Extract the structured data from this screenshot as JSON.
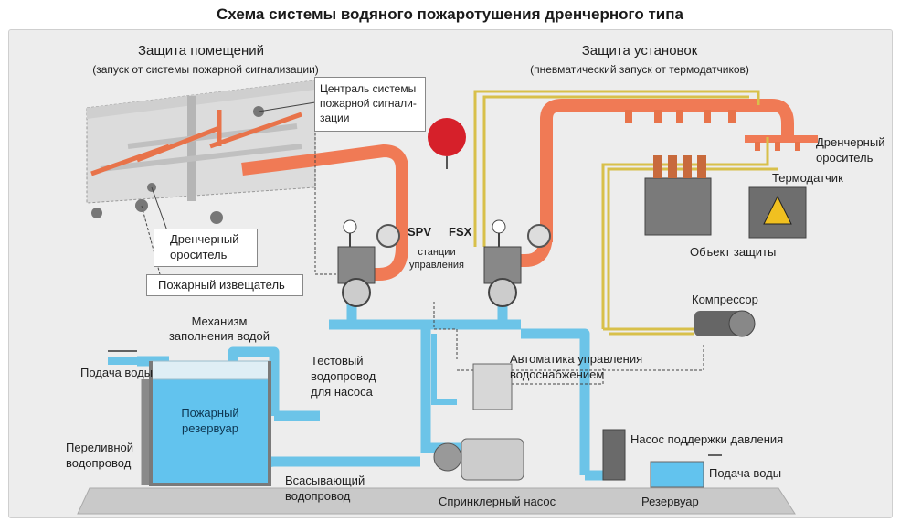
{
  "title": "Схема системы водяного пожаротушения дренчерного типа",
  "left_section": {
    "heading": "Защита помещений",
    "subheading": "(запуск от системы пожарной сигнализации)"
  },
  "right_section": {
    "heading": "Защита установок",
    "subheading": "(пневматический запуск от термодатчиков)"
  },
  "labels": {
    "central_l1": "Централь системы",
    "central_l2": "пожарной сигнали-",
    "central_l3": "зации",
    "drencher_left_l1": "Дренчерный",
    "drencher_left_l2": "ороситель",
    "fire_detector": "Пожарный извещатель",
    "drencher_right_l1": "Дренчерный",
    "drencher_right_l2": "ороситель",
    "thermal_sensor": "Термодатчик",
    "protected_object": "Объект защиты",
    "spv": "SPV",
    "fsx": "FSX",
    "stations_l1": "станции",
    "stations_l2": "управления",
    "compressor": "Компрессор",
    "fill_mech_l1": "Механизм",
    "fill_mech_l2": "заполнения водой",
    "water_supply_left": "Подача воды",
    "fire_tank_l1": "Пожарный",
    "fire_tank_l2": "резервуар",
    "overflow_l1": "Переливной",
    "overflow_l2": "водопровод",
    "test_pipe_l1": "Тестовый",
    "test_pipe_l2": "водопровод",
    "test_pipe_l3": "для насоса",
    "automation_l1": "Автоматика  управления",
    "automation_l2": "водоснабжением",
    "suction_l1": "Всасывающий",
    "suction_l2": "водопровод",
    "sprinkler_pump": "Спринклерный насос",
    "pressure_pump": "Насос поддержки давления",
    "water_supply_right": "Подача воды",
    "reservoir": "Резервуар"
  },
  "colors": {
    "water_pipe": "#6cc4e8",
    "alarm_pipe": "#f07a55",
    "air_line": "#d8c04a",
    "tank": "#62c3ee",
    "alarm_bell": "#d6202a"
  }
}
